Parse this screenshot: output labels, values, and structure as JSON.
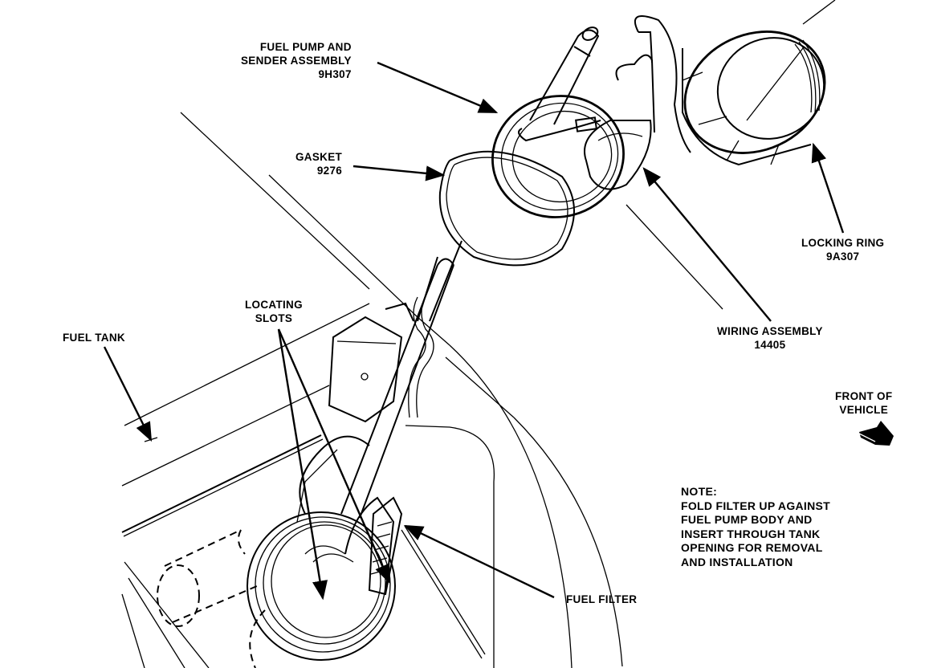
{
  "diagram": {
    "title": "Fuel pump and sender assembly installation",
    "labels": {
      "fuel_pump_sender": {
        "line1": "FUEL PUMP AND",
        "line2": "SENDER ASSEMBLY",
        "part": "9H307"
      },
      "gasket": {
        "line1": "GASKET",
        "part": "9276"
      },
      "locking_ring": {
        "line1": "LOCKING RING",
        "part": "9A307"
      },
      "wiring_assembly": {
        "line1": "WIRING ASSEMBLY",
        "part": "14405"
      },
      "locating_slots": {
        "line1": "LOCATING",
        "line2": "SLOTS"
      },
      "fuel_tank": {
        "line1": "FUEL TANK"
      },
      "fuel_filter": {
        "line1": "FUEL FILTER"
      },
      "front_of_vehicle": {
        "line1": "FRONT OF",
        "line2": "VEHICLE",
        "icon": "front-direction-arrow-icon"
      },
      "note": {
        "heading": "NOTE:",
        "lines": [
          "FOLD FILTER UP AGAINST",
          "FUEL PUMP BODY AND",
          "INSERT THROUGH TANK",
          "OPENING FOR REMOVAL",
          "AND INSTALLATION"
        ]
      }
    },
    "colors": {
      "ink": "#000000",
      "paper": "#ffffff"
    }
  }
}
